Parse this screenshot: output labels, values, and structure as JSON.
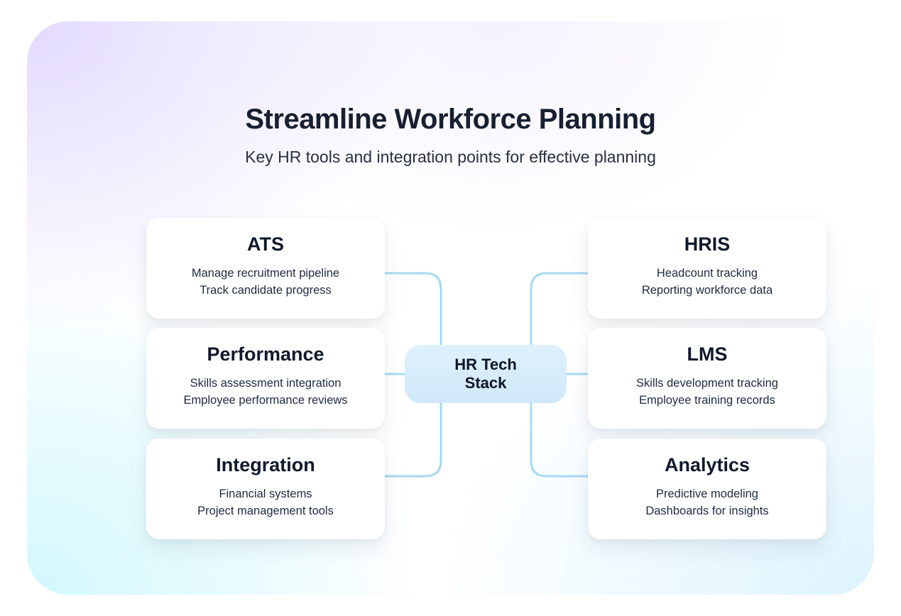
{
  "header": {
    "title": "Streamline Workforce Planning",
    "subtitle": "Key HR tools and integration points for effective planning"
  },
  "center_node": {
    "line1": "HR Tech",
    "line2": "Stack"
  },
  "cards": {
    "left": [
      {
        "title": "ATS",
        "lines": [
          "Manage recruitment pipeline",
          "Track candidate progress"
        ]
      },
      {
        "title": "Performance",
        "lines": [
          "Skills assessment integration",
          "Employee performance reviews"
        ]
      },
      {
        "title": "Integration",
        "lines": [
          "Financial systems",
          "Project management tools"
        ]
      }
    ],
    "right": [
      {
        "title": "HRIS",
        "lines": [
          "Headcount tracking",
          "Reporting workforce data"
        ]
      },
      {
        "title": "LMS",
        "lines": [
          "Skills development tracking",
          "Employee training records"
        ]
      },
      {
        "title": "Analytics",
        "lines": [
          "Predictive modeling",
          "Dashboards for insights"
        ]
      }
    ]
  },
  "colors": {
    "connector": "#a6d9f2",
    "node_background": "#d6ecfb",
    "title_text": "#171f31",
    "body_text": "#1f2a3d"
  }
}
